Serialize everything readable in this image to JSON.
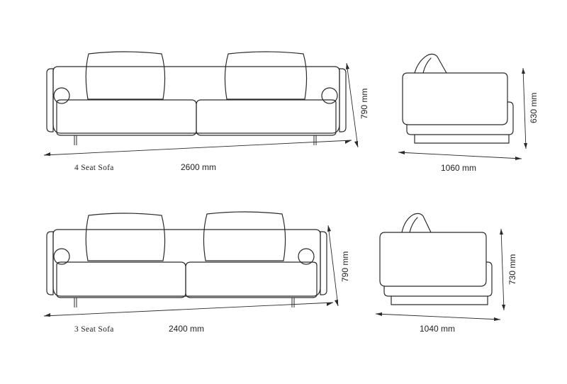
{
  "sofa_4": {
    "name": "4 Seat Sofa",
    "front_width": "2600 mm",
    "front_height": "790 mm",
    "side_depth": "1060 mm",
    "side_height": "630 mm"
  },
  "sofa_3": {
    "name": "3 Seat Sofa",
    "front_width": "2400 mm",
    "front_height": "790 mm",
    "side_depth": "1040 mm",
    "side_height": "730 mm"
  }
}
